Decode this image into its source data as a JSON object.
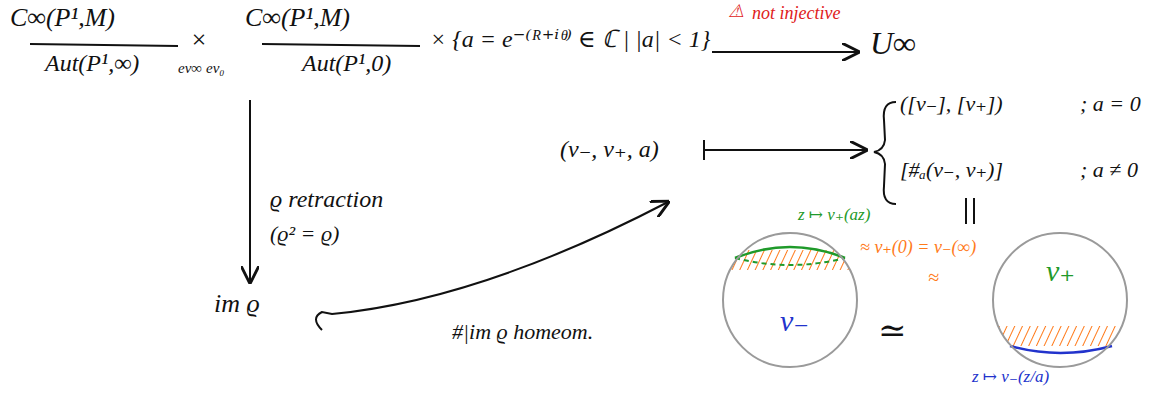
{
  "diagram": {
    "nodes": [
      {
        "text": [
          "v₋"
        ]
      },
      {
        "text": [
          "v₊"
        ]
      }
    ],
    "labels": [
      "C∞(P¹,M)",
      "Aut(P¹,∞)",
      "×",
      "ev∞",
      "ev₀",
      "C∞(P¹,M)",
      "Aut(P¹,0)",
      "× {a = e⁻⁽ᴿ⁺ⁱᶿ⁾ ∈ ℂ | |a| < 1}",
      "⚠",
      "not injective",
      "U∞",
      "(v₋, v₊, a)",
      "([v₋], [v₊])",
      "; a = 0",
      "[#ₐ(v₋, v₊)]",
      "; a ≠ 0",
      "ϱ retraction",
      "(ϱ² = ϱ)",
      "im ϱ",
      "#|im ϱ homeom.",
      "z ↦ v₊(az)",
      "≈ v₊(0) = v₋(∞)",
      "≈",
      "≃",
      "z ↦ v₋(z/a)"
    ]
  }
}
